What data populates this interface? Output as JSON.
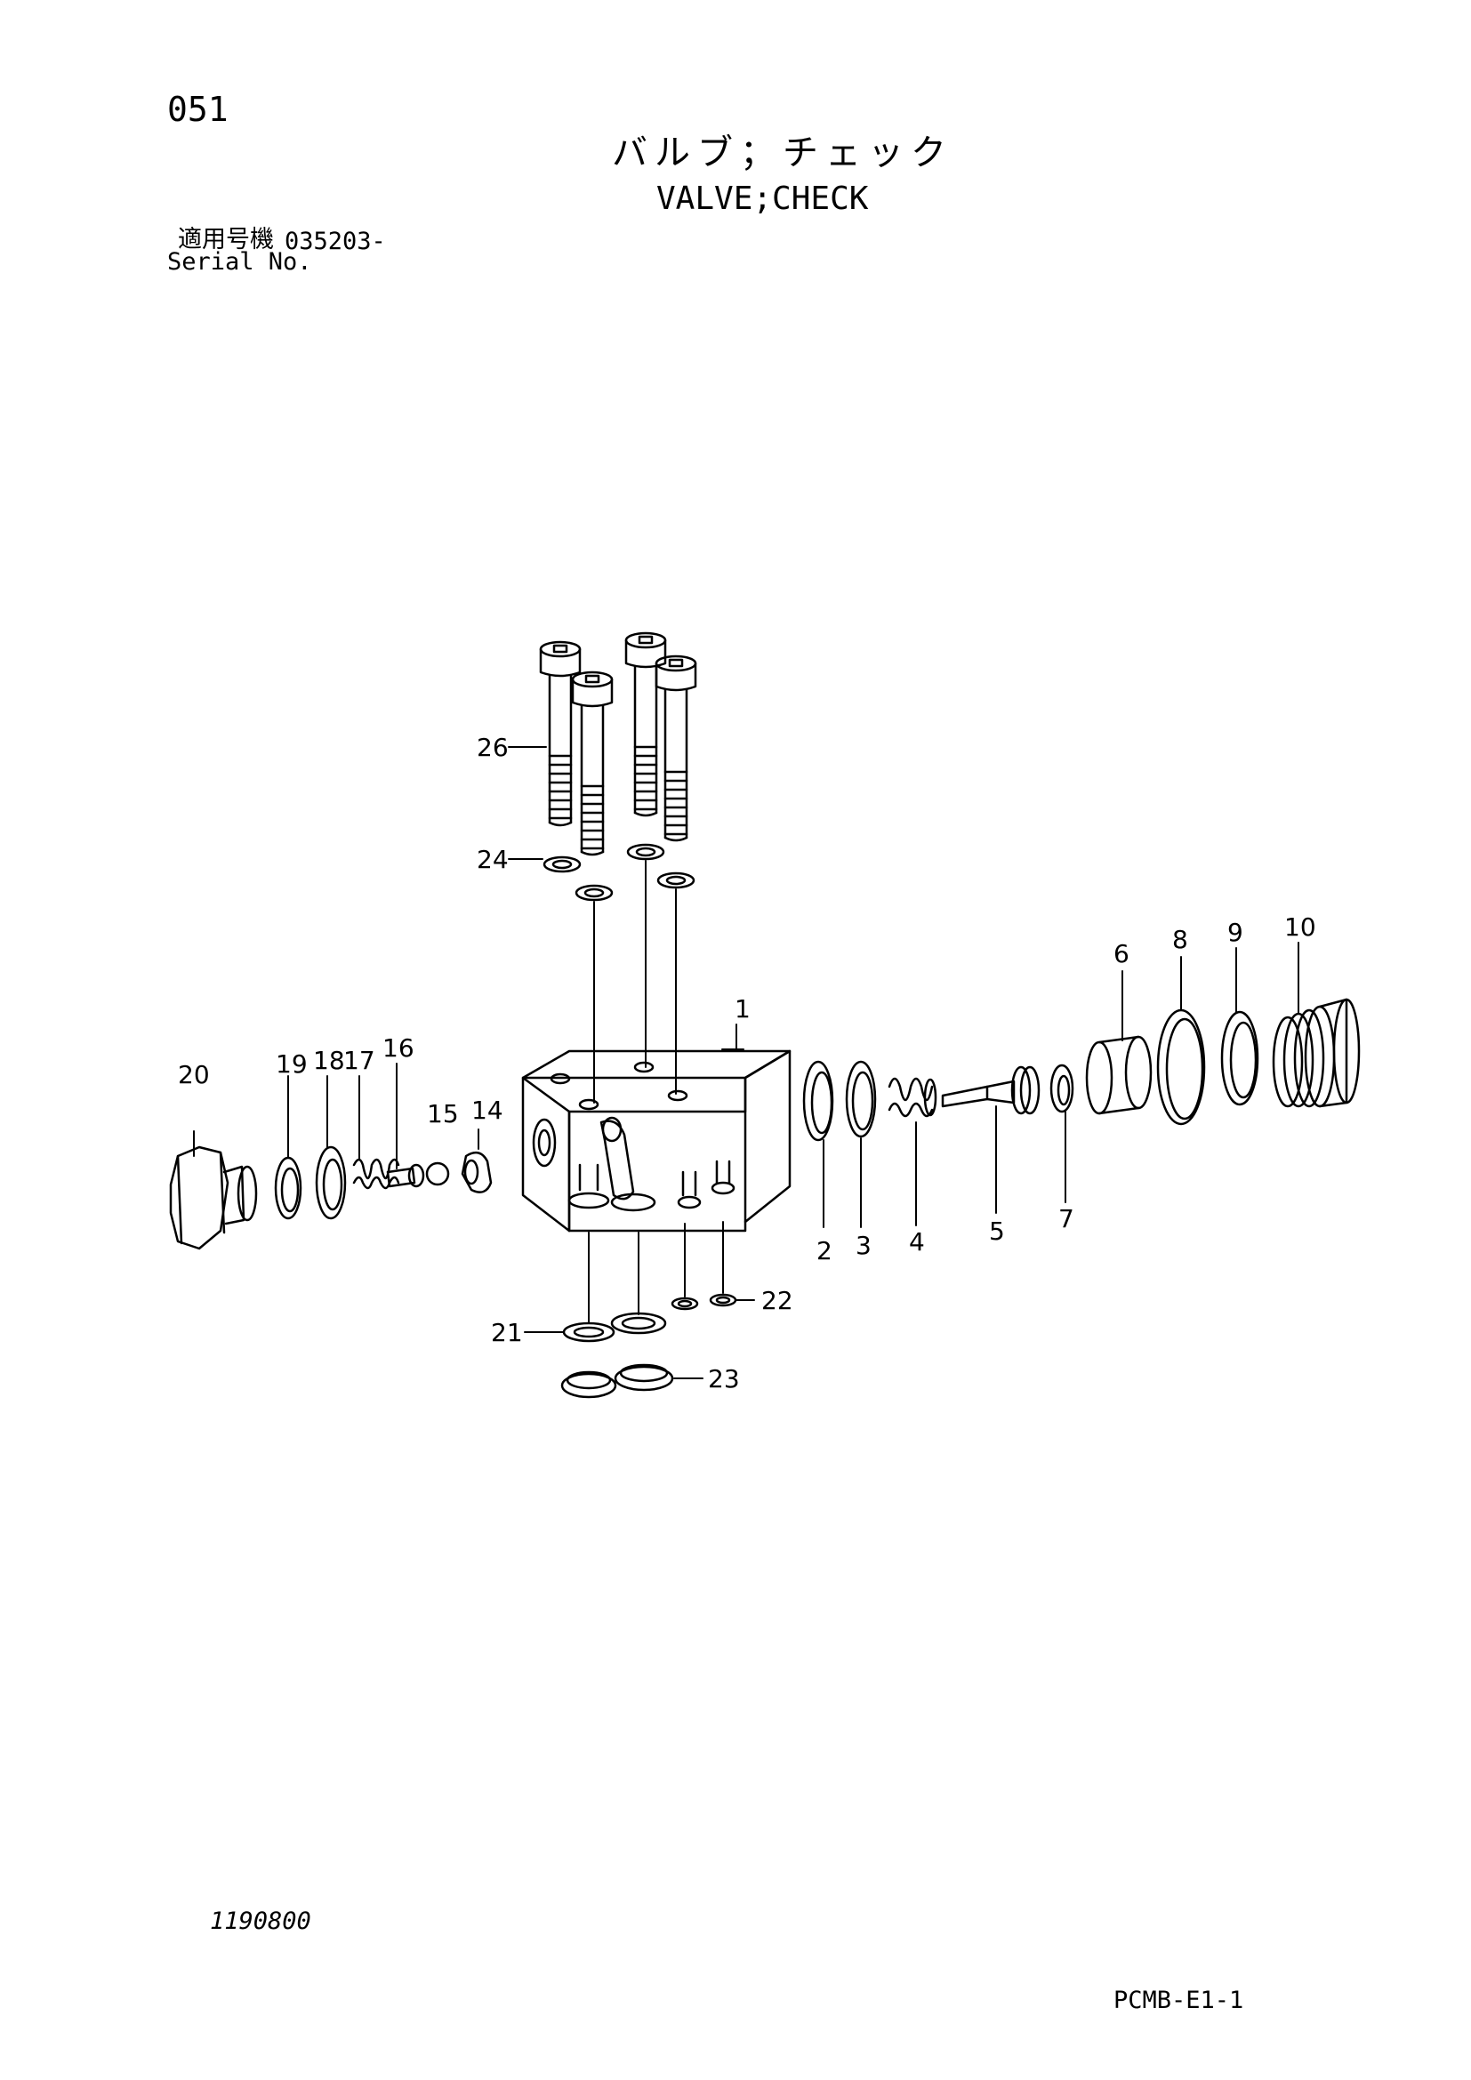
{
  "page": {
    "number": "051",
    "title_jp": "バルブ；チェック",
    "title_en": "VALVE;CHECK",
    "serial_label_jp": "適用号機",
    "serial_value": "035203-",
    "serial_label_en": "Serial No.",
    "drawing_number": "1190800",
    "page_code": "PCMB-E1-1"
  },
  "callouts": [
    "1",
    "2",
    "3",
    "4",
    "5",
    "6",
    "7",
    "8",
    "9",
    "10",
    "14",
    "15",
    "16",
    "17",
    "18",
    "19",
    "20",
    "21",
    "22",
    "23",
    "24",
    "26"
  ]
}
